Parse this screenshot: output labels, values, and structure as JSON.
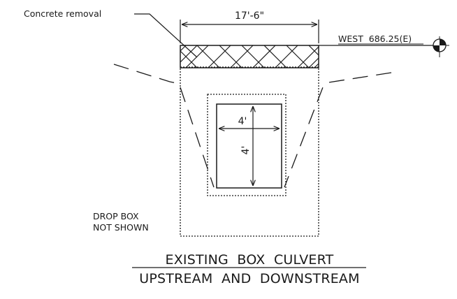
{
  "labels": {
    "concrete_removal": "Concrete removal",
    "top_width": "17'-6\"",
    "elevation": "WEST  686.25(E)",
    "opening_width": "4'",
    "opening_height": "4'",
    "note_line1": "DROP BOX",
    "note_line2": "NOT SHOWN"
  },
  "title": {
    "line1": "EXISTING  BOX  CULVERT",
    "line2": "UPSTREAM  AND  DOWNSTREAM"
  },
  "colors": {
    "ink": "#1a1a1a",
    "background": "#ffffff"
  }
}
